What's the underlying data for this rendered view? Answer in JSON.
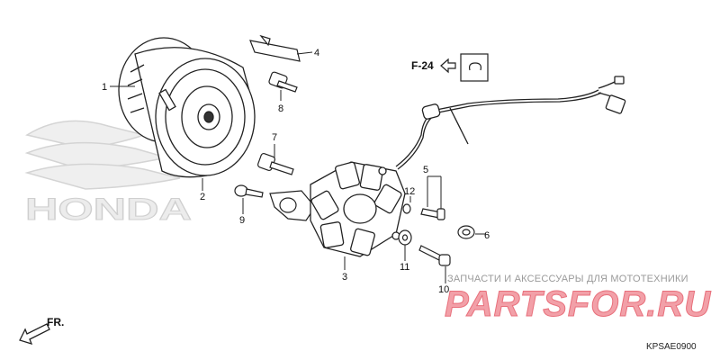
{
  "brand_watermark": "HONDA",
  "watermark": {
    "caption": "ЗАПЧАСТИ И АКСЕССУАРЫ ДЛЯ МОТОТЕХНИКИ",
    "brand": "PARTSFOR.RU"
  },
  "reference_tag": "F-24",
  "direction_label": "FR.",
  "diagram_code": "KPSAE0900",
  "callouts": {
    "c1": "1",
    "c2": "2",
    "c3": "3",
    "c4": "4",
    "c5": "5",
    "c6": "6",
    "c7": "7",
    "c8": "8",
    "c9": "9",
    "c10": "10",
    "c11": "11",
    "c12": "12"
  },
  "colors": {
    "line": "#222222",
    "watermark_gray": "#d8d8d8",
    "watermark_red": "#f2a0a8"
  }
}
